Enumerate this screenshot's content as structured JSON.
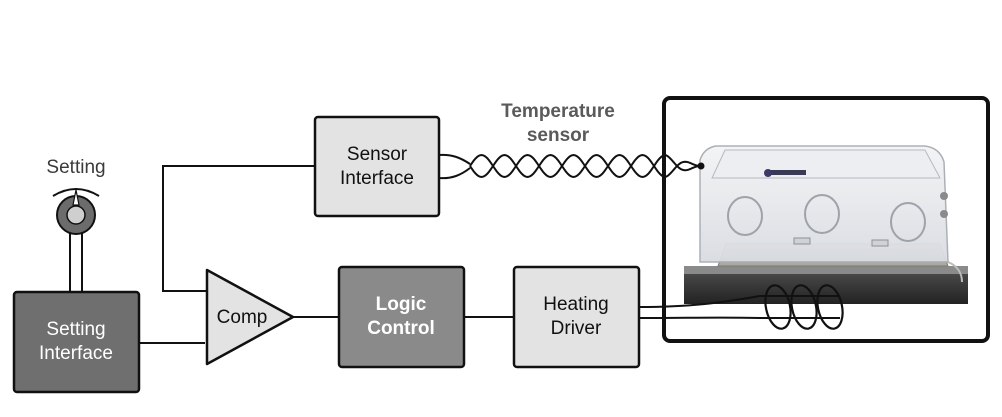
{
  "diagram": {
    "setting_label": "Setting",
    "temperature_sensor_label": {
      "line1": "Temperature",
      "line2": "sensor"
    },
    "blocks": {
      "setting_interface": {
        "line1": "Setting",
        "line2": "Interface"
      },
      "sensor_interface": {
        "line1": "Sensor",
        "line2": "Interface"
      },
      "comparator": {
        "label": "Comp"
      },
      "logic_control": {
        "line1": "Logic",
        "line2": "Control"
      },
      "heating_driver": {
        "line1": "Heating",
        "line2": "Driver"
      }
    },
    "colors": {
      "dark_block": "#6f6f6f",
      "medium_block": "#8a8a8a",
      "light_block": "#e3e3e3",
      "outline": "#111111"
    },
    "icons": {
      "setting_knob": "knob-dial-icon",
      "incubator_photo": "infant-incubator-image"
    }
  }
}
